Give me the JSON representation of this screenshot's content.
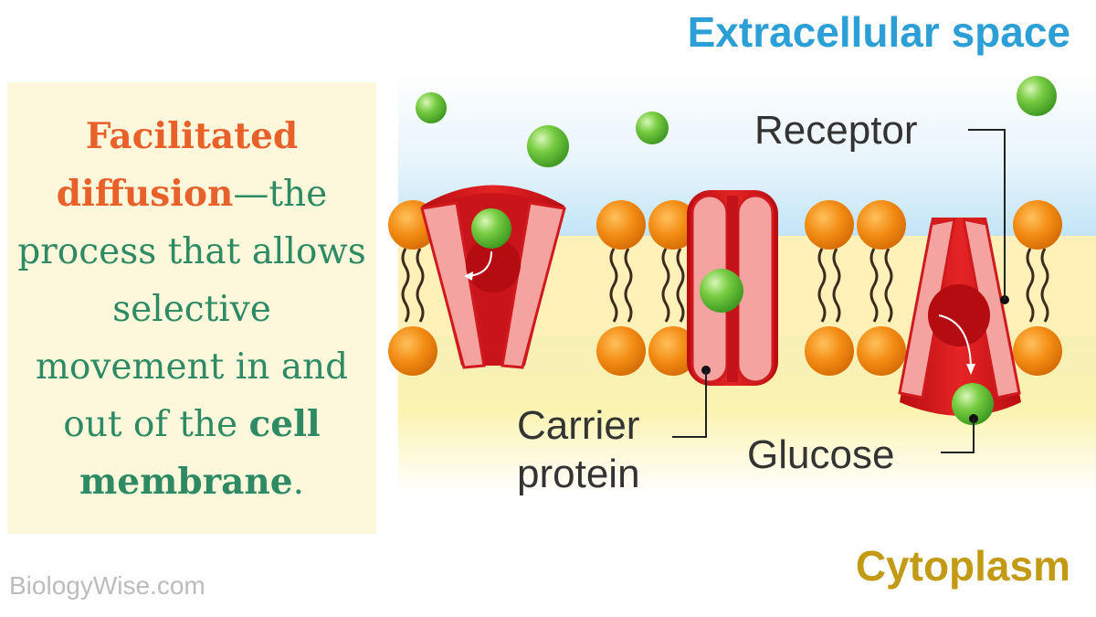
{
  "info": {
    "term": "Facilitated diffusion",
    "definition_part1": "—the process that allows selective movement in and out of the ",
    "term2": "cell membrane",
    "end": "."
  },
  "regions": {
    "outside": "Extracellular space",
    "inside": "Cytoplasm"
  },
  "labels": {
    "receptor": "Receptor",
    "carrier_line1": "Carrier",
    "carrier_line2": "protein",
    "glucose": "Glucose"
  },
  "credit": "BiologyWise.com",
  "colors": {
    "extracellular": "#bfe3f6",
    "cytoplasm": "#fbf1a6",
    "phospholipid_head": "#f28a12",
    "protein_dark": "#e02020",
    "protein_light": "#f5a3a0",
    "glucose": "#6ac23a",
    "definition_text": "#2e8a63",
    "term_text": "#e8602a"
  }
}
